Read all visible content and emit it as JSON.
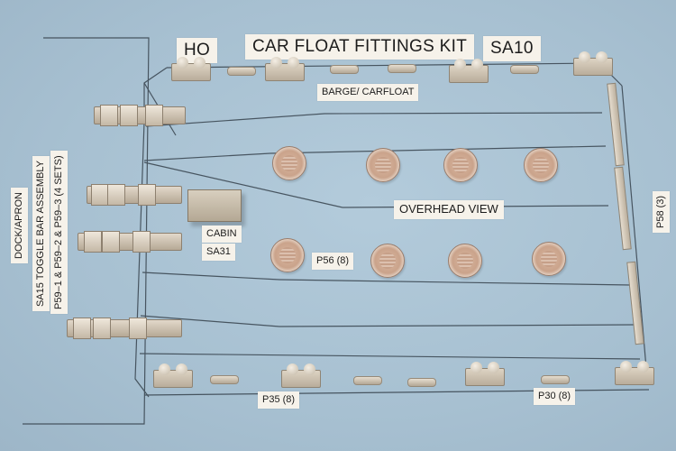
{
  "photo": {
    "subject": "HO scale car float fittings kit parts laid out on blue card",
    "background_color": "#a9c2d3",
    "label_color": "#f6f2ea",
    "metal_color": "#d8cfbf"
  },
  "labels": {
    "scale": "HO",
    "title": "CAR FLOAT FITTINGS KIT",
    "kit_number": "SA10",
    "barge": "BARGE/  CARFLOAT",
    "overhead_view": "OVERHEAD VIEW",
    "cabin": "CABIN",
    "cabin_part": "SA31",
    "hatch_part": "P56    (8)",
    "rail_part": "P58  (3)",
    "bitt_part": "P35    (8)",
    "cleat_part": "P30    (8)",
    "dock_apron": "DOCK/APRON",
    "toggle_assembly": "SA15  TOGGLE  BAR  ASSEMBLY",
    "toggle_parts": "P59–1  &  P59–2  &  P59–3    (4  SETS)"
  },
  "parts": {
    "top_bitts": 4,
    "top_cleats": 4,
    "bottom_bitts": 4,
    "bottom_cleats": 4,
    "hatches": 8,
    "toggle_bars": 4,
    "rails": 3,
    "cabin": 1
  }
}
